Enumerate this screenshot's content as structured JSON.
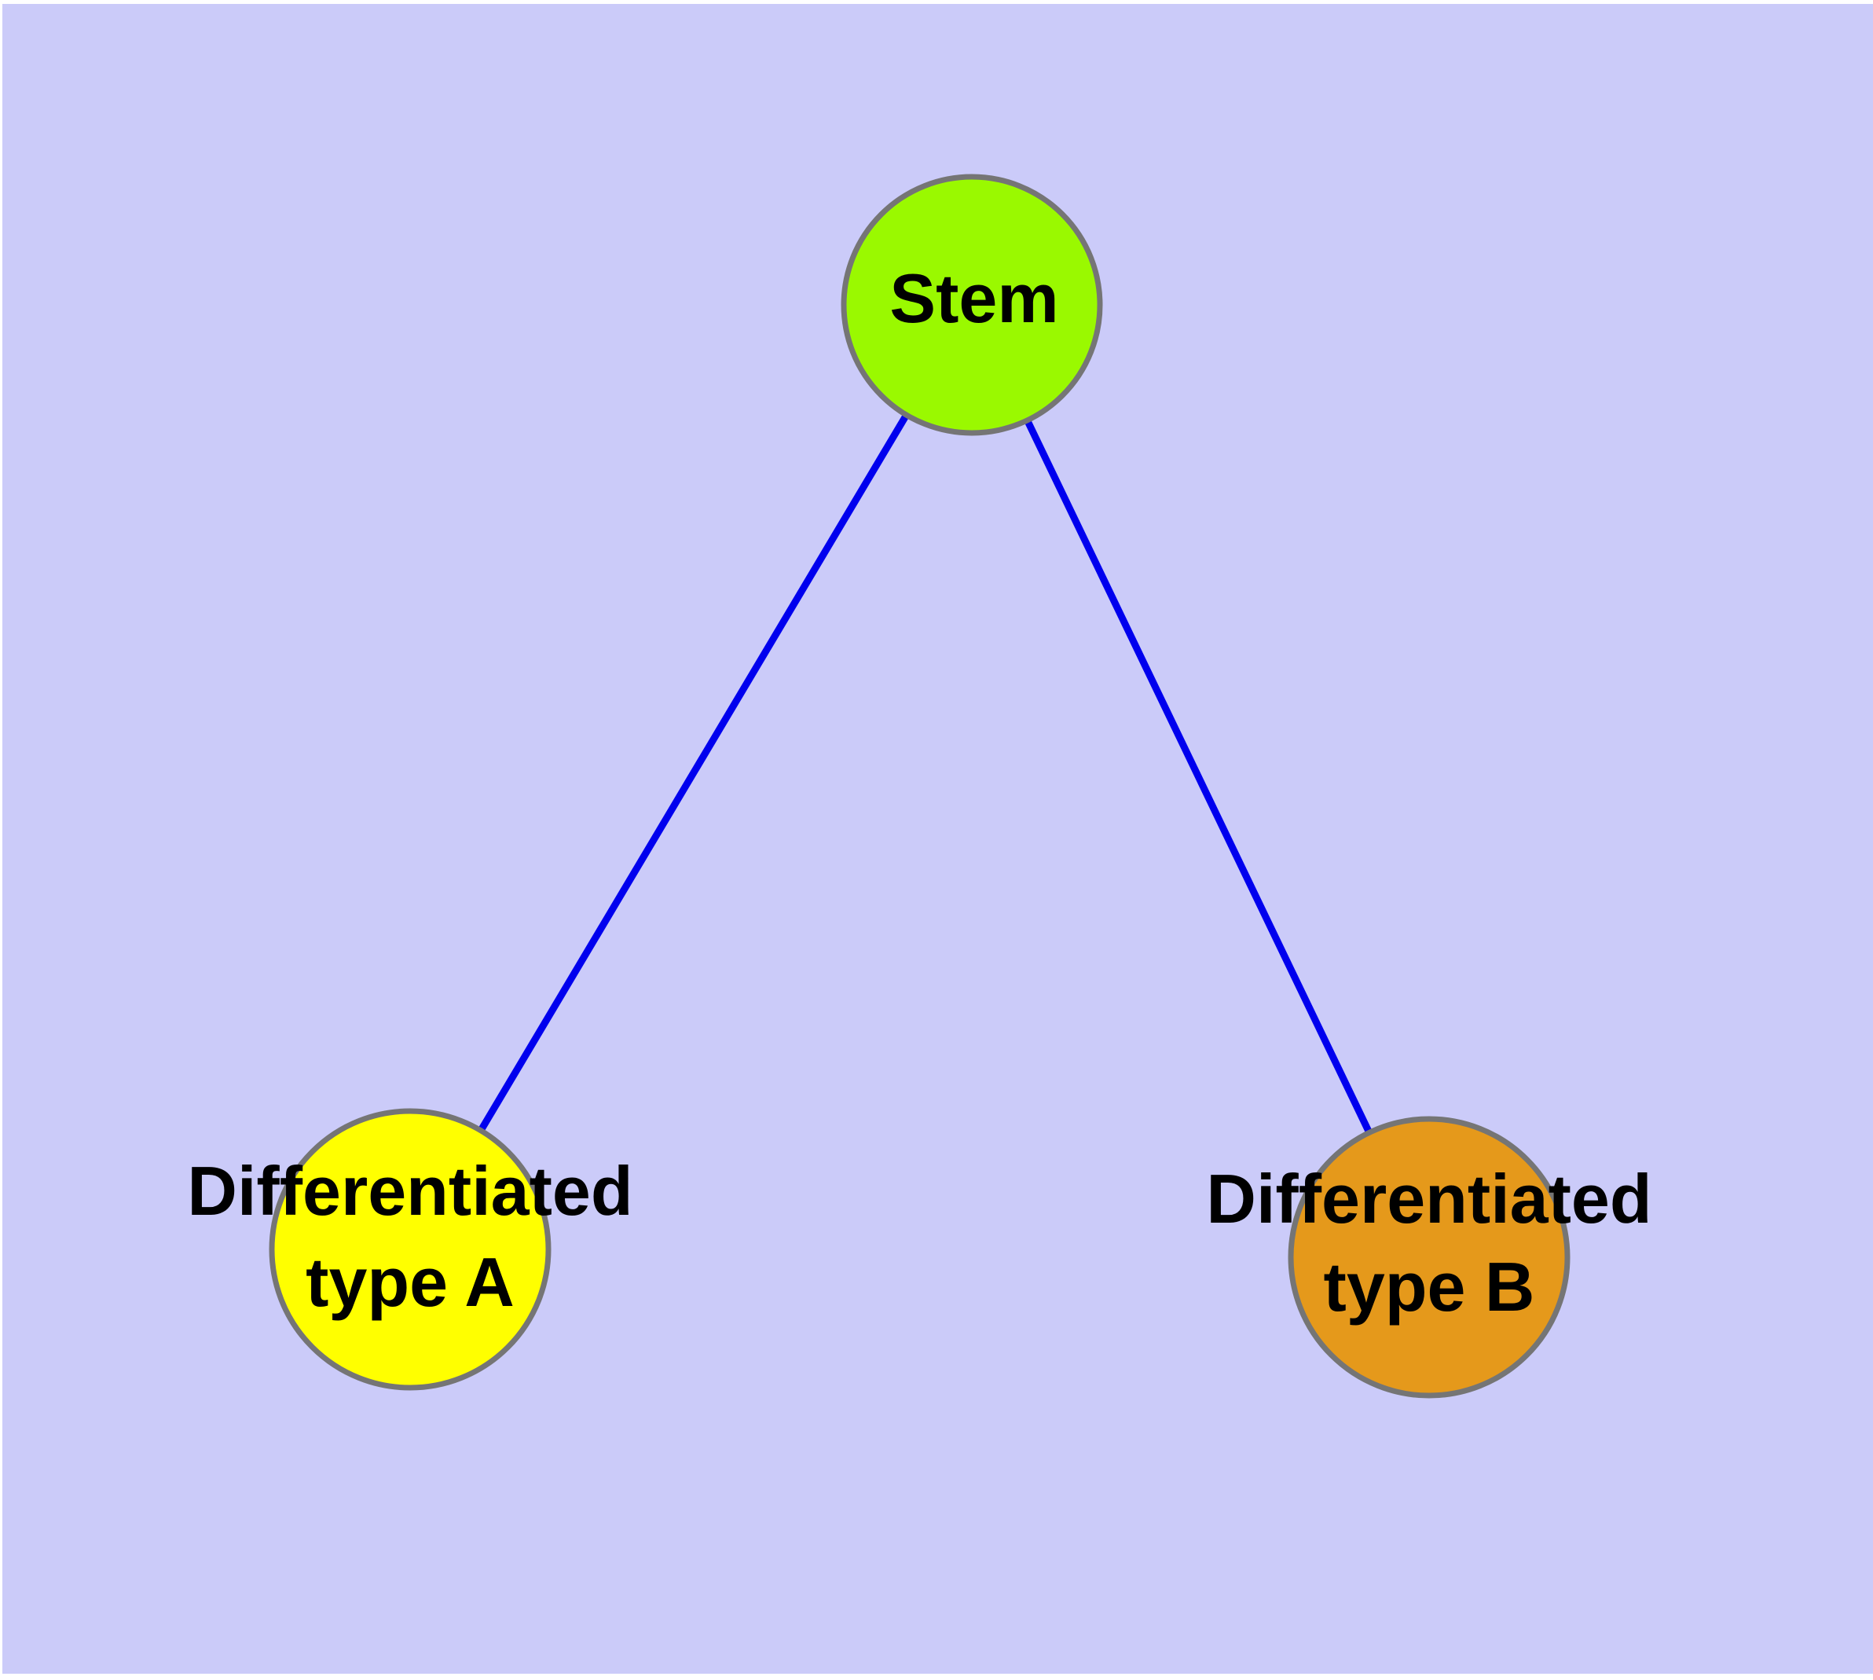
{
  "diagram": {
    "type": "node-link-graph",
    "plot_background_color": "#CBCBF9",
    "page_margin_color": "#FFFFFF",
    "edge_color": "#0000EE",
    "node_border_color": "#757575",
    "label_color": "#000000",
    "nodes": {
      "stem": {
        "label": "Stem",
        "fill": "#9AF900"
      },
      "type_a": {
        "label_line1": "Differentiated",
        "label_line2": "type A",
        "fill": "#FFFF00"
      },
      "type_b": {
        "label_line1": "Differentiated",
        "label_line2": "type B",
        "fill": "#E5991B"
      }
    },
    "edges": [
      {
        "from": "Stem",
        "to": "Differentiated type A"
      },
      {
        "from": "Stem",
        "to": "Differentiated type B"
      }
    ]
  }
}
